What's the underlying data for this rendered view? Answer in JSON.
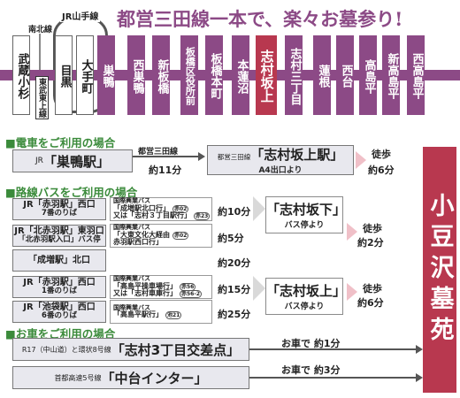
{
  "headline": "都営三田線一本で、楽々お墓参り!",
  "jr_yamanote": "JR山手線",
  "nanbokusen": "南北線",
  "tojo_line": "東武東上線",
  "stations": [
    "武蔵小杉",
    "目黒",
    "大手町",
    "巣鴨",
    "西巣鴨",
    "新板橋",
    "板橋区役所前",
    "板橋本町",
    "本蓮沼",
    "志村坂上",
    "志村三丁目",
    "蓮根",
    "西台",
    "高島平",
    "新高島平",
    "西高島平"
  ],
  "sections": {
    "train": "■電車をご利用の場合",
    "bus": "■路線バスをご利用の場合",
    "car": "■お車をご利用の場合"
  },
  "train": {
    "from_prefix": "JR",
    "from": "「巣鴨駅」",
    "line_label": "都営三田線",
    "duration": "約11分",
    "to_prefix": "都営三田線",
    "to": "「志村坂上駅」",
    "exit": "A4出口より",
    "walk": "徒歩",
    "walk_time": "約6分"
  },
  "bus": {
    "origins": [
      {
        "main": "JR「赤羽駅」西口",
        "sub": "7番のりば"
      },
      {
        "main": "JR「北赤羽駅」東羽口",
        "sub": "「北赤羽駅入口」バス停"
      },
      {
        "main": "「成増駅」北口",
        "sub": ""
      },
      {
        "main": "JR「赤羽駅」西口",
        "sub": "1番のりば"
      },
      {
        "main": "JR「池袋駅」西口",
        "sub": "6番のりば"
      }
    ],
    "routes": [
      {
        "company": "国際興業バス",
        "lines": [
          "「成増駅北口行」",
          "又は「志村３丁目駅行」"
        ],
        "codes": [
          "赤02",
          "赤23"
        ],
        "time": "約10分"
      },
      {
        "company": "国際興業バス",
        "lines": [
          "「大東文化大経由",
          "赤羽駅西口行」"
        ],
        "codes": [
          "赤02"
        ],
        "time": "約5分"
      },
      {
        "company": "",
        "lines": [],
        "codes": [],
        "time": "約20分"
      },
      {
        "company": "国際興業バス",
        "lines": [
          "「高島平操車場行」",
          "又は「志村車庫行」"
        ],
        "codes": [
          "赤56",
          "赤56-2"
        ],
        "time": "約15分"
      },
      {
        "company": "国際興業バス",
        "lines": [
          "「高島平駅行」"
        ],
        "codes": [
          "池21"
        ],
        "time": "約25分"
      }
    ],
    "stop_main": "「志村坂下」",
    "stop_sub": "バス停より",
    "stop2_main": "「志村坂上」",
    "stop2_sub": "バス停より",
    "walk": "徒歩",
    "walk_time1": "約2分",
    "walk_time2": "約6分"
  },
  "car": {
    "from1_prefix": "R17（中山道）と環状8号線",
    "from1": "「志村3丁目交差点」",
    "time1": "お車で 約1分",
    "from2_prefix": "首都高速5号線",
    "from2": "「中台インター」",
    "time2": "お車で 約3分"
  },
  "destination": "小豆沢墓苑",
  "colors": {
    "purple": "#8c4a86",
    "dest": "#b8384f",
    "green": "#3b8b3b"
  }
}
